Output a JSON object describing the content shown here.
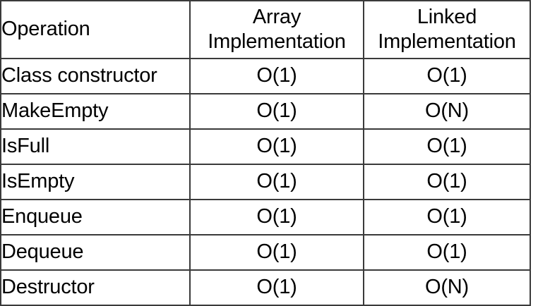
{
  "table": {
    "columns": [
      {
        "key": "operation",
        "label": "Operation",
        "align": "left"
      },
      {
        "key": "array",
        "label_line1": "Array",
        "label_line2": "Implementation",
        "align": "center"
      },
      {
        "key": "linked",
        "label_line1": "Linked",
        "label_line2": "Implementation",
        "align": "center"
      }
    ],
    "rows": [
      {
        "operation": "Class constructor",
        "array": "O(1)",
        "linked": "O(1)"
      },
      {
        "operation": "MakeEmpty",
        "array": "O(1)",
        "linked": "O(N)"
      },
      {
        "operation": "IsFull",
        "array": "O(1)",
        "linked": "O(1)"
      },
      {
        "operation": "IsEmpty",
        "array": "O(1)",
        "linked": "O(1)"
      },
      {
        "operation": "Enqueue",
        "array": "O(1)",
        "linked": "O(1)"
      },
      {
        "operation": "Dequeue",
        "array": "O(1)",
        "linked": "O(1)"
      },
      {
        "operation": "Destructor",
        "array": "O(1)",
        "linked": "O(N)"
      }
    ],
    "colors": {
      "border": "#3a3a3a",
      "background": "#ffffff",
      "text": "#000000"
    }
  }
}
